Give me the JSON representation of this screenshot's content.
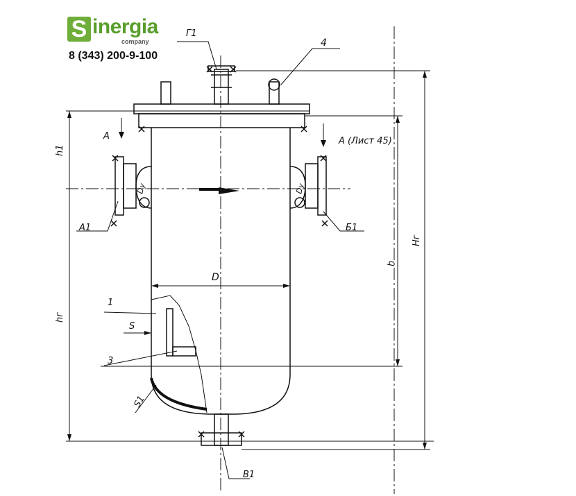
{
  "logo": {
    "letter": "S",
    "word": "inergia",
    "sub": "company",
    "phone": "8 (343) 200-9-100",
    "brand_color": "#6fae3a"
  },
  "labels": {
    "g1": "Г1",
    "item4": "4",
    "section_a_left": "А",
    "section_a_right": "А (Лист 45)",
    "h1": "h1",
    "a1": "А1",
    "b1": "Б1",
    "dy_left": "Dy",
    "dy_right": "Dy",
    "hg": "hг",
    "h": "h",
    "Hg": "Hг",
    "D": "D",
    "item1": "1",
    "S": "S",
    "item3": "3",
    "S1": "S1",
    "v1": "В1"
  }
}
